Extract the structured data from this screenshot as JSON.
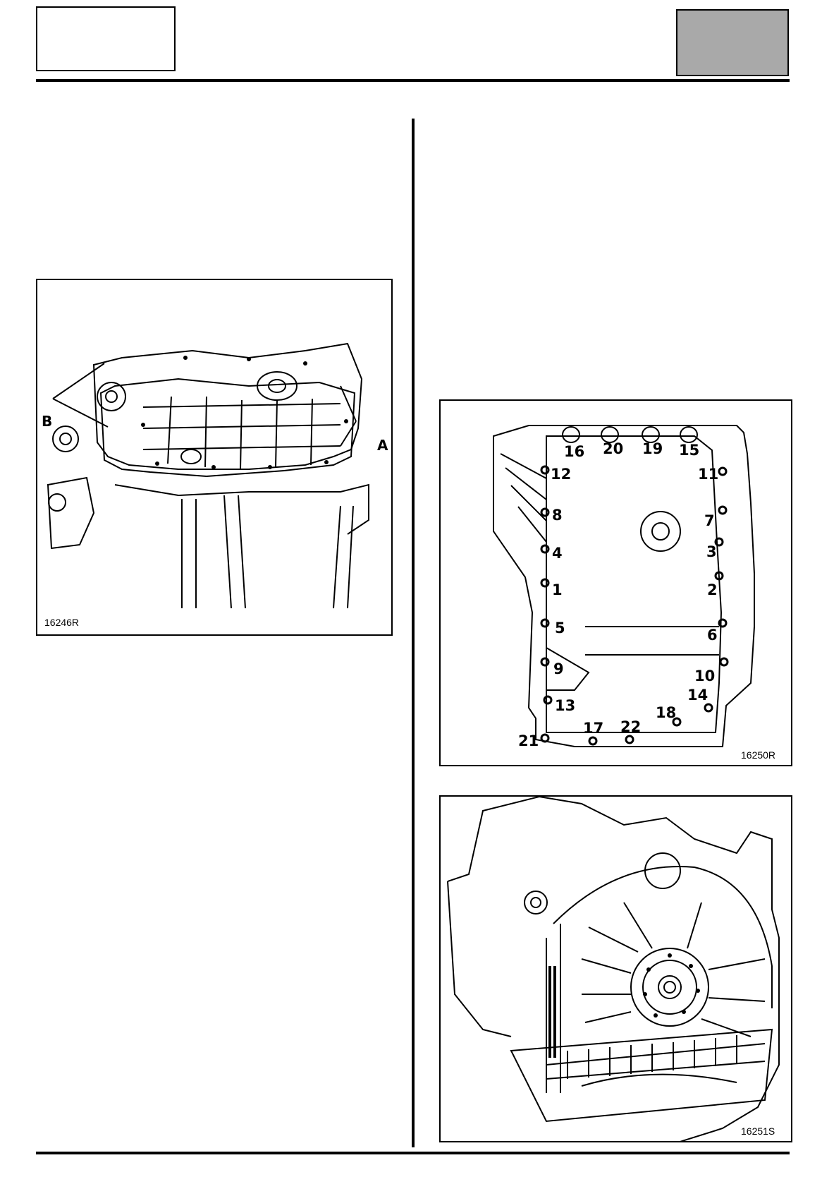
{
  "header": {
    "tab_left": "",
    "tab_right": ""
  },
  "figures": {
    "fig1": {
      "label": "16246R",
      "callouts": {
        "b": "B",
        "a": "A"
      }
    },
    "fig2": {
      "label": "16250R",
      "bolts": [
        "16",
        "20",
        "19",
        "15",
        "12",
        "11",
        "8",
        "7",
        "4",
        "3",
        "1",
        "2",
        "5",
        "6",
        "9",
        "10",
        "13",
        "14",
        "18",
        "17",
        "22",
        "21"
      ]
    },
    "fig3": {
      "label": "16251S"
    }
  }
}
